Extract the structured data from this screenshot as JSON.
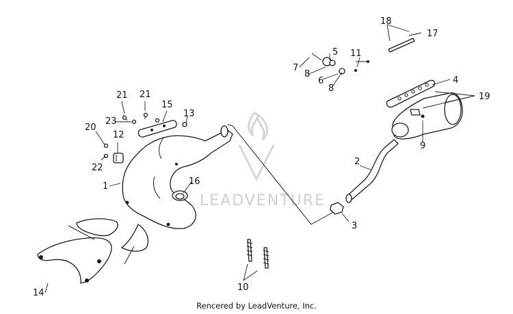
{
  "watermark": {
    "text": "LEADVENTURE",
    "logo": "leadventure-flame-logo"
  },
  "credit": "Rencered by LeadVenture, Inc.",
  "callouts": {
    "c1": "1",
    "c2": "2",
    "c3": "3",
    "c4": "4",
    "c5": "5",
    "c6": "6",
    "c7": "7",
    "c8a": "8",
    "c8b": "8",
    "c9": "9",
    "c10": "10",
    "c11": "11",
    "c12": "12",
    "c13": "13",
    "c14": "14",
    "c15": "15",
    "c16": "16",
    "c17": "17",
    "c18": "18",
    "c19": "19",
    "c20": "20",
    "c21a": "21",
    "c21b": "21",
    "c22": "22",
    "c23": "23"
  }
}
